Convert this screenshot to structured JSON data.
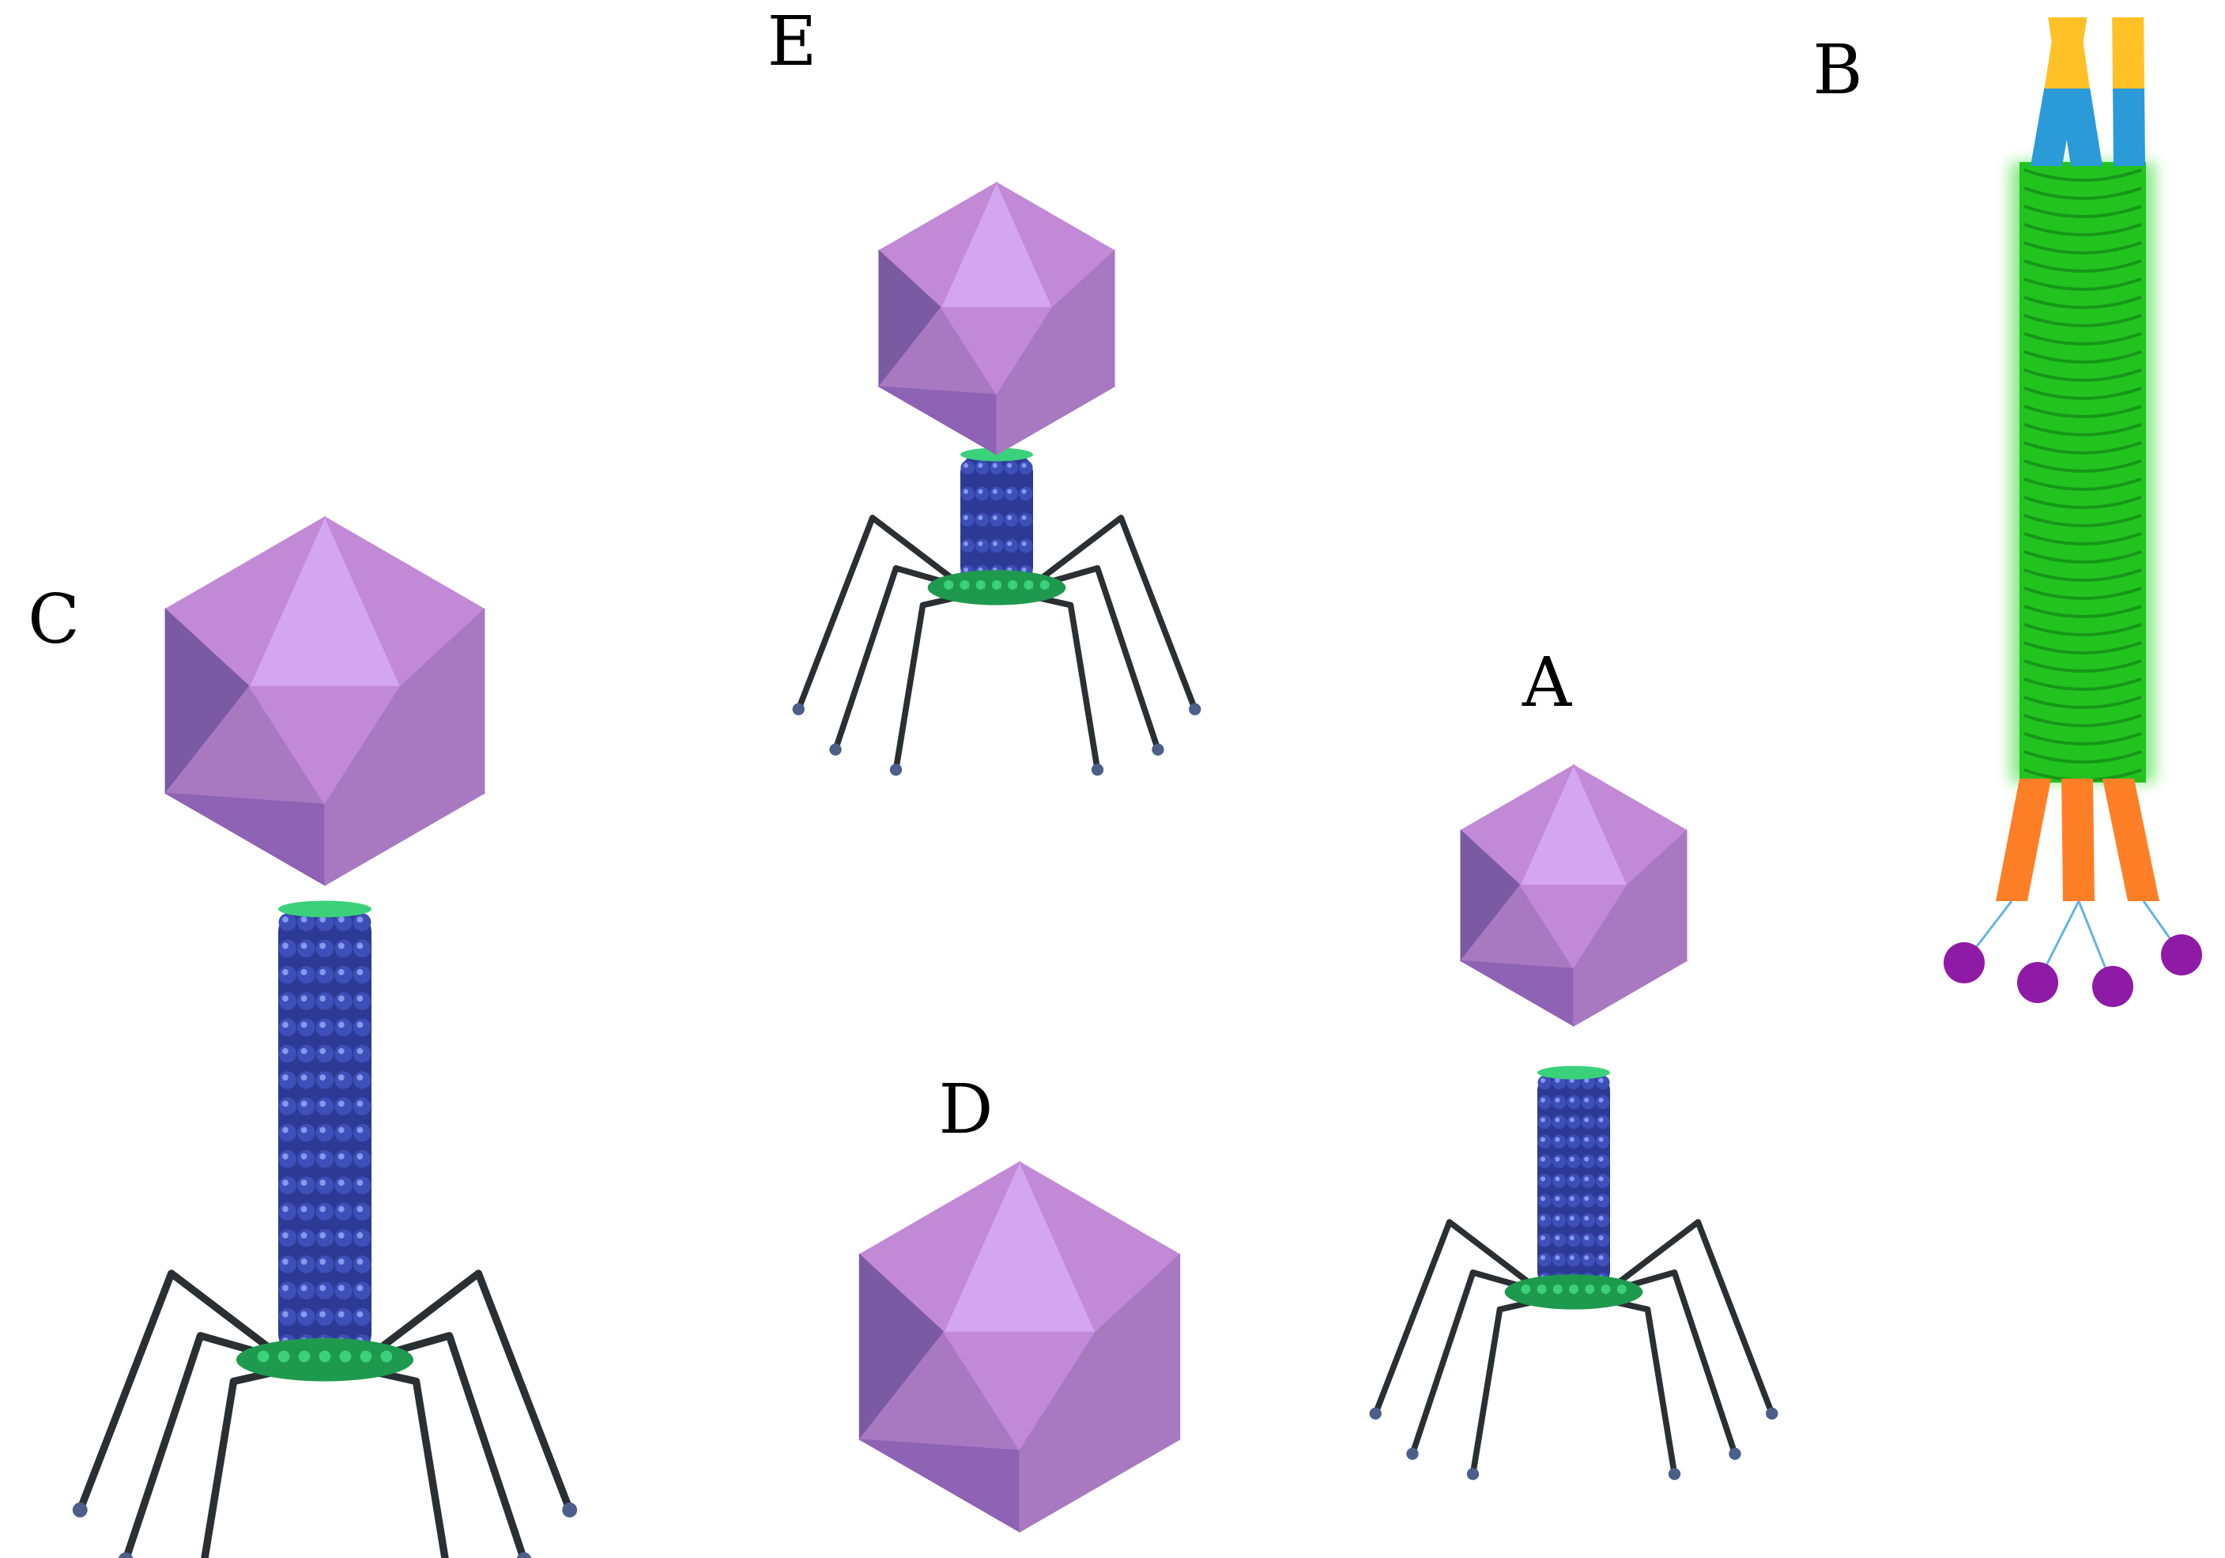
{
  "labels": {
    "a": "A",
    "b": "B",
    "c": "C",
    "d": "D",
    "e": "E"
  },
  "colors": {
    "capsid_light": "#d4a6f2",
    "capsid_mid": "#c289d6",
    "capsid_base": "#a879c1",
    "capsid_dark": "#7a5aa3",
    "capsid_shadow": "#8e62b4",
    "tail_bead": "#3d4fb8",
    "tail_bead_highlight": "#9fb0ff",
    "collar_green": "#3ad17a",
    "baseplate_green": "#1e9a4e",
    "leg": "#2a2f33",
    "leg_foot": "#4c5f8a",
    "filament_green": "#22c31f",
    "filament_glow": "#7be87b",
    "protein_yellow": "#ffc125",
    "protein_blue": "#2b9ad8",
    "protein_orange": "#ff7f27",
    "receptor_purple": "#8e1aa6",
    "receptor_line": "#66b3e6"
  }
}
